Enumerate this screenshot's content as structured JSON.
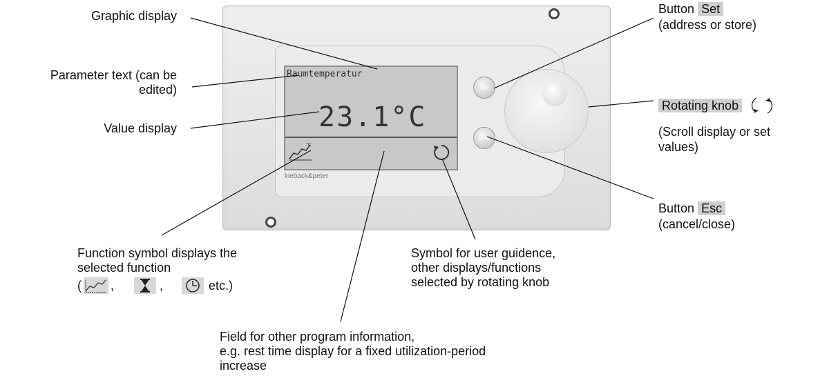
{
  "labels": {
    "graphic_display": "Graphic display",
    "parameter_text_1": "Parameter text (can be",
    "parameter_text_2": "edited)",
    "value_display": "Value display",
    "function_symbol_1": "Function symbol displays the",
    "function_symbol_2": "selected function",
    "function_symbol_3a": "(",
    "function_symbol_3b": ",",
    "function_symbol_3c": ",",
    "function_symbol_3d": "etc.)",
    "field_info_1": "Field for other program information,",
    "field_info_2": "e.g. rest time display for a fixed utilization-period",
    "field_info_3": "increase",
    "symbol_guidance_1": "Symbol for user guidence,",
    "symbol_guidance_2": "other displays/functions",
    "symbol_guidance_3": "selected by rotating knob",
    "button_set_prefix": "Button",
    "button_set_key": "Set",
    "button_set_desc": "(address or store)",
    "rotating_knob_key": "Rotating knob",
    "rotating_knob_desc_1": "(Scroll display or set",
    "rotating_knob_desc_2": "values)",
    "button_esc_prefix": "Button",
    "button_esc_key": "Esc",
    "button_esc_desc": "(cancel/close)"
  },
  "device": {
    "parameter_text": "Raumtemperatur",
    "value_text": "23.1°C",
    "set_button": "Set",
    "esc_button": "Esc",
    "brand": "kieback&peter",
    "unit_symbol": "°C"
  }
}
